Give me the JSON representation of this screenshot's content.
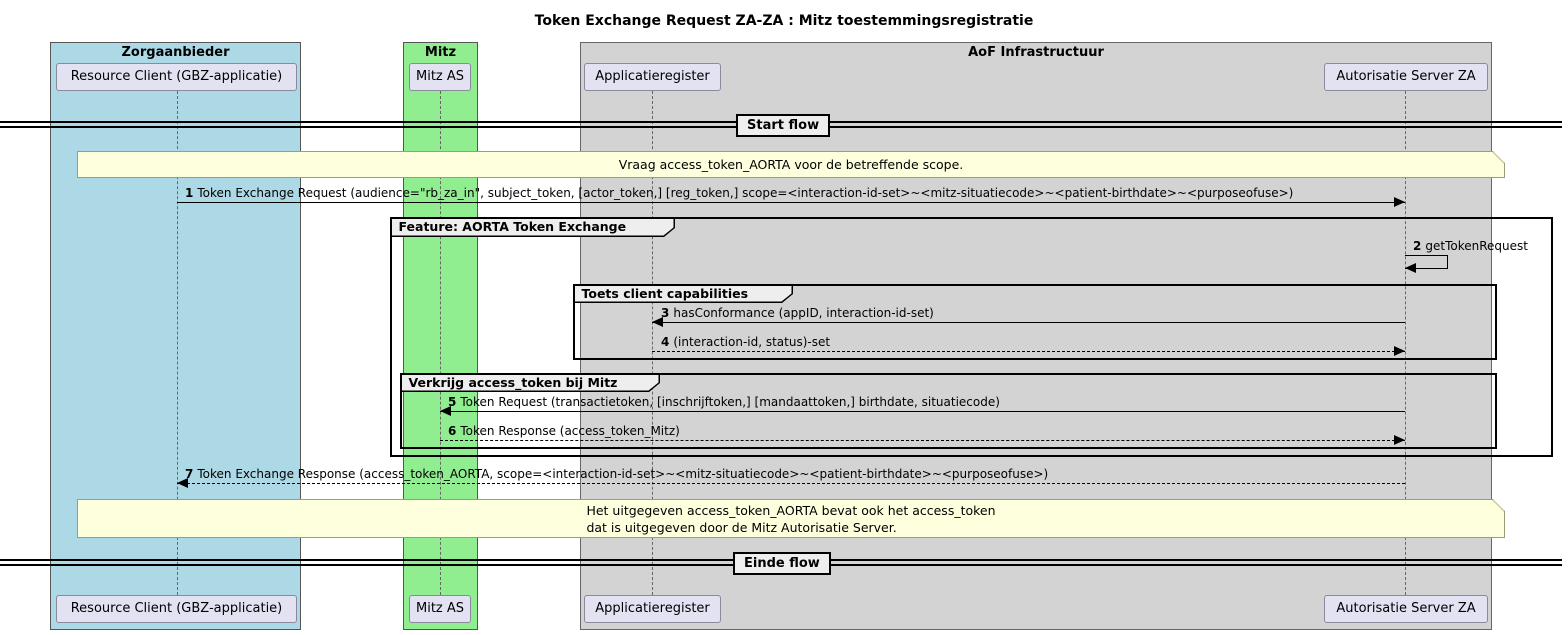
{
  "title": "Token Exchange Request ZA-ZA : Mitz toestemmingsregistratie",
  "frames": [
    {
      "label": "Zorgaanbieder",
      "color": "#ADD8E6"
    },
    {
      "label": "Mitz",
      "color": "#90EE90"
    },
    {
      "label": "AoF Infrastructuur",
      "color": "#D3D3D3"
    }
  ],
  "participants": [
    {
      "label": "Resource Client (GBZ-applicatie)",
      "frame": "Zorgaanbieder"
    },
    {
      "label": "Mitz AS",
      "frame": "Mitz"
    },
    {
      "label": "Applicatieregister",
      "frame": "AoF Infrastructuur"
    },
    {
      "label": "Autorisatie Server ZA",
      "frame": "AoF Infrastructuur"
    }
  ],
  "dividers": [
    {
      "label": "Start flow"
    },
    {
      "label": "Einde flow"
    }
  ],
  "notes": [
    {
      "text": "Vraag access_token_AORTA voor de betreffende scope."
    },
    {
      "lines": [
        "Het uitgegeven access_token_AORTA bevat ook het access_token",
        "dat is uitgegeven door de Mitz Autorisatie Server."
      ]
    }
  ],
  "groups": [
    {
      "label": "Feature: AORTA Token Exchange"
    },
    {
      "label": "Toets client capabilities"
    },
    {
      "label": "Verkrijg access_token bij Mitz"
    }
  ],
  "messages": [
    {
      "num": "1",
      "text": "Token Exchange Request (audience=\"rb_za_in\", subject_token, [actor_token,] [reg_token,] scope=<interaction-id-set>~<mitz-situatiecode>~<patient-birthdate>~<purposeofuse>)",
      "from": "Resource Client (GBZ-applicatie)",
      "to": "Autorisatie Server ZA",
      "style": "solid"
    },
    {
      "num": "2",
      "text": "getTokenRequest",
      "from": "Autorisatie Server ZA",
      "to": "Autorisatie Server ZA",
      "style": "self"
    },
    {
      "num": "3",
      "text": "hasConformance (appID, interaction-id-set)",
      "from": "Autorisatie Server ZA",
      "to": "Applicatieregister",
      "style": "solid"
    },
    {
      "num": "4",
      "text": "(interaction-id, status)-set",
      "from": "Applicatieregister",
      "to": "Autorisatie Server ZA",
      "style": "dashed"
    },
    {
      "num": "5",
      "text": "Token Request (transactietoken, [inschrijftoken,] [mandaattoken,] birthdate, situatiecode)",
      "from": "Autorisatie Server ZA",
      "to": "Mitz AS",
      "style": "solid"
    },
    {
      "num": "6",
      "text": "Token Response (access_token_Mitz)",
      "from": "Mitz AS",
      "to": "Autorisatie Server ZA",
      "style": "dashed"
    },
    {
      "num": "7",
      "text": "Token Exchange Response (access_token_AORTA, scope=<interaction-id-set>~<mitz-situatiecode>~<patient-birthdate>~<purposeofuse>)",
      "from": "Autorisatie Server ZA",
      "to": "Resource Client (GBZ-applicatie)",
      "style": "dashed"
    }
  ]
}
